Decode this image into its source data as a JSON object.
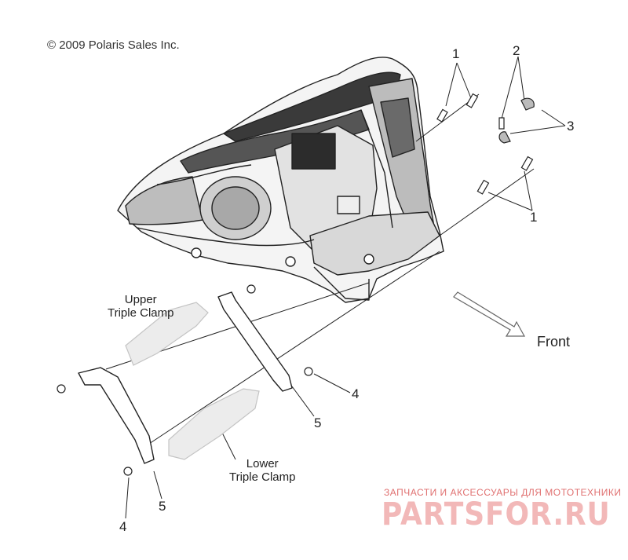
{
  "copyright": "© 2009 Polaris Sales Inc.",
  "callouts": {
    "c1_top": "1",
    "c2": "2",
    "c3": "3",
    "c1_right": "1",
    "c4_right": "4",
    "c5_right": "5",
    "c5_bottom": "5",
    "c4_bottom": "4"
  },
  "captions": {
    "upper": [
      "Upper",
      "Triple Clamp"
    ],
    "lower": [
      "Lower",
      "Triple Clamp"
    ]
  },
  "front_label": "Front",
  "watermark": {
    "tagline": "ЗАПЧАСТИ И АКСЕССУАРЫ ДЛЯ МОТОТЕХНИКИ",
    "brand": "PARTSFOR.RU"
  },
  "colors": {
    "line": "#222222",
    "shade": "#9a9a9a",
    "ghost": "#c8c8c8",
    "watermark": "#e07070"
  }
}
